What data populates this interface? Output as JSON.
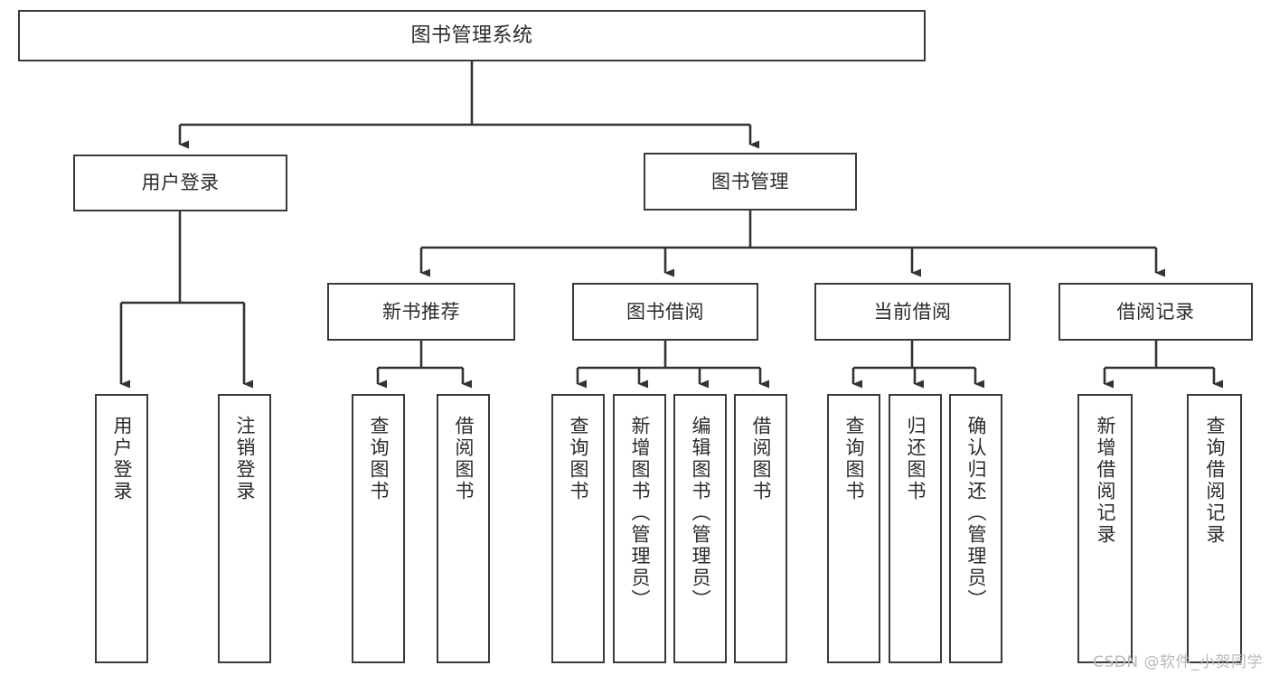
{
  "diagram": {
    "type": "tree-hierarchy",
    "title": "图书管理系统",
    "orientation": "top-down",
    "colors": {
      "box_border": "#3a3a3a",
      "box_fill": "#ffffff",
      "edge": "#333333",
      "text": "#2b2b2b",
      "watermark": "#b9b9b9",
      "background": "#ffffff"
    },
    "root": {
      "label": "图书管理系统",
      "orientation": "horizontal"
    },
    "level2": [
      {
        "label": "用户登录",
        "orientation": "horizontal"
      },
      {
        "label": "图书管理",
        "orientation": "horizontal"
      }
    ],
    "level3": [
      {
        "label": "新书推荐",
        "orientation": "horizontal",
        "parent": "图书管理"
      },
      {
        "label": "图书借阅",
        "orientation": "horizontal",
        "parent": "图书管理"
      },
      {
        "label": "当前借阅",
        "orientation": "horizontal",
        "parent": "图书管理"
      },
      {
        "label": "借阅记录",
        "orientation": "horizontal",
        "parent": "图书管理"
      }
    ],
    "leaves": [
      {
        "label": "用户登录",
        "parent": "用户登录",
        "orientation": "vertical"
      },
      {
        "label": "注销登录",
        "parent": "用户登录",
        "orientation": "vertical"
      },
      {
        "label": "查询图书",
        "parent": "新书推荐",
        "orientation": "vertical"
      },
      {
        "label": "借阅图书",
        "parent": "新书推荐",
        "orientation": "vertical"
      },
      {
        "label": "查询图书",
        "parent": "图书借阅",
        "orientation": "vertical"
      },
      {
        "label": "新增图书（管理员）",
        "parent": "图书借阅",
        "orientation": "vertical"
      },
      {
        "label": "编辑图书（管理员）",
        "parent": "图书借阅",
        "orientation": "vertical"
      },
      {
        "label": "借阅图书",
        "parent": "图书借阅",
        "orientation": "vertical"
      },
      {
        "label": "查询图书",
        "parent": "当前借阅",
        "orientation": "vertical"
      },
      {
        "label": "归还图书",
        "parent": "当前借阅",
        "orientation": "vertical"
      },
      {
        "label": "确认归还（管理员）",
        "parent": "当前借阅",
        "orientation": "vertical"
      },
      {
        "label": "新增借阅记录",
        "parent": "借阅记录",
        "orientation": "vertical"
      },
      {
        "label": "查询借阅记录",
        "parent": "借阅记录",
        "orientation": "vertical"
      }
    ],
    "watermark": "CSDN @软件_小贺同学"
  }
}
